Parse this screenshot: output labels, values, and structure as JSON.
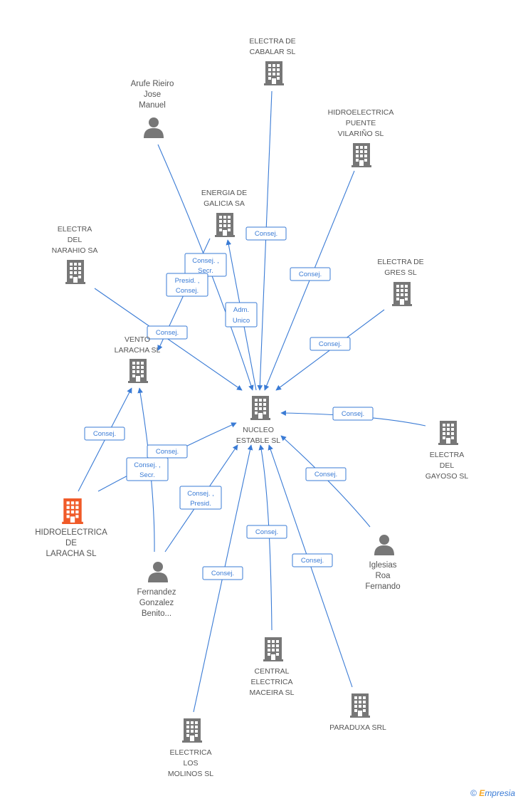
{
  "colors": {
    "edge": "#3a7bd5",
    "building": "#777777",
    "main_building": "#f05a28",
    "person": "#777777",
    "label": "#555555"
  },
  "nodes": [
    {
      "id": "cabalar",
      "lines": [
        "ELECTRA DE",
        "CABALAR  SL"
      ],
      "icon": "building-icon"
    },
    {
      "id": "arufe",
      "lines": [
        "Arufe Rieiro",
        "Jose",
        "Manuel"
      ],
      "icon": "person-icon"
    },
    {
      "id": "puente",
      "lines": [
        "HIDROELECTRICA",
        "PUENTE",
        "VILARIÑO  SL"
      ],
      "icon": "building-icon"
    },
    {
      "id": "energia",
      "lines": [
        "ENERGIA DE",
        "GALICIA SA"
      ],
      "icon": "building-icon"
    },
    {
      "id": "narahio",
      "lines": [
        "ELECTRA",
        "DEL",
        "NARAHIO SA"
      ],
      "icon": "building-icon"
    },
    {
      "id": "gres",
      "lines": [
        "ELECTRA DE",
        "GRES  SL"
      ],
      "icon": "building-icon"
    },
    {
      "id": "vento",
      "lines": [
        "VENTO",
        "LARACHA SL"
      ],
      "icon": "building-icon"
    },
    {
      "id": "nucleo",
      "lines": [
        "NUCLEO",
        "ESTABLE SL"
      ],
      "icon": "building-icon"
    },
    {
      "id": "gayoso",
      "lines": [
        "ELECTRA",
        "DEL",
        "GAYOSO SL"
      ],
      "icon": "building-icon"
    },
    {
      "id": "hidro_laracha",
      "lines": [
        "HIDROELECTRICA",
        "DE",
        "LARACHA SL"
      ],
      "icon": "building-icon",
      "main": true
    },
    {
      "id": "iglesias",
      "lines": [
        "Iglesias",
        "Roa",
        "Fernando"
      ],
      "icon": "person-icon"
    },
    {
      "id": "fernandez",
      "lines": [
        "Fernandez",
        "Gonzalez",
        "Benito..."
      ],
      "icon": "person-icon"
    },
    {
      "id": "central",
      "lines": [
        "CENTRAL",
        "ELECTRICA",
        "MACEIRA SL"
      ],
      "icon": "building-icon"
    },
    {
      "id": "paraduxa",
      "lines": [
        "PARADUXA SRL"
      ],
      "icon": "building-icon"
    },
    {
      "id": "molinos",
      "lines": [
        "ELECTRICA",
        "LOS",
        "MOLINOS SL"
      ],
      "icon": "building-icon"
    }
  ],
  "edge_labels": [
    {
      "id": "cabalar_nucleo",
      "lines": [
        "Consej."
      ]
    },
    {
      "id": "puente_nucleo",
      "lines": [
        "Consej."
      ]
    },
    {
      "id": "gres_nucleo",
      "lines": [
        "Consej."
      ]
    },
    {
      "id": "arufe_nucleo",
      "lines": [
        "Consej. ,",
        "Secr."
      ]
    },
    {
      "id": "arufe_vento",
      "lines": [
        "Presid. ,",
        "Consej."
      ]
    },
    {
      "id": "energia_adm",
      "lines": [
        "Adm.",
        "Unico"
      ]
    },
    {
      "id": "narahio_nucleo",
      "lines": [
        "Consej."
      ]
    },
    {
      "id": "gayoso_nucleo",
      "lines": [
        "Consej."
      ]
    },
    {
      "id": "iglesias_nucleo",
      "lines": [
        "Consej."
      ]
    },
    {
      "id": "hidro_vento",
      "lines": [
        "Consej."
      ]
    },
    {
      "id": "hidro_nucleo",
      "lines": [
        "Consej."
      ]
    },
    {
      "id": "fernandez_vento",
      "lines": [
        "Consej. ,",
        "Secr."
      ]
    },
    {
      "id": "fernandez_nucleo",
      "lines": [
        "Consej. ,",
        "Presid."
      ]
    },
    {
      "id": "central_nucleo",
      "lines": [
        "Consej."
      ]
    },
    {
      "id": "paraduxa_nucleo",
      "lines": [
        "Consej."
      ]
    },
    {
      "id": "molinos_nucleo",
      "lines": [
        "Consej."
      ]
    }
  ],
  "copyright": {
    "symbol": "©",
    "brand_first": "E",
    "brand_rest": "mpresia"
  }
}
